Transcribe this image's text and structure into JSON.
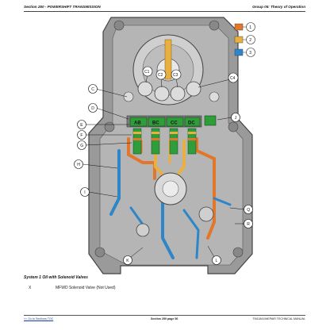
{
  "header": {
    "section": "Section 250 - POWERSHIFT TRANSMISSION",
    "group": "Group 05: Theory of Operation"
  },
  "legend_keys": [
    {
      "number": "1",
      "color": "#e2772a"
    },
    {
      "number": "2",
      "color": "#e8b040"
    },
    {
      "number": "3",
      "color": "#2e86c8"
    }
  ],
  "callouts": {
    "top": [
      "C1",
      "C2",
      "C3",
      "C4"
    ],
    "left": [
      "C",
      "D",
      "E",
      "F",
      "G",
      "H",
      "I"
    ],
    "right": [
      "J",
      "Q",
      "R"
    ],
    "bottom": [
      "K",
      "L"
    ]
  },
  "solenoids": [
    "AB",
    "BC",
    "CC",
    "DC"
  ],
  "colors": {
    "housing": "#9a9a9a",
    "housing_dark": "#6e6e6e",
    "housing_light": "#c9c9c9",
    "solenoid_green": "#2f9e3a",
    "oil_orange": "#e2772a",
    "oil_yellow": "#e8b040",
    "oil_blue": "#2e86c8"
  },
  "figure_title": "System 1 Oil with Solenoid Valves",
  "legend": {
    "letter": "X",
    "text": "MFWD Solenoid Valve (Not Used)"
  },
  "footer": {
    "link": "<< Go to Sections TOC",
    "page": "Section 250 page 56",
    "doc": "TM118419#EPAIR TECHNICAL MANUAL"
  }
}
